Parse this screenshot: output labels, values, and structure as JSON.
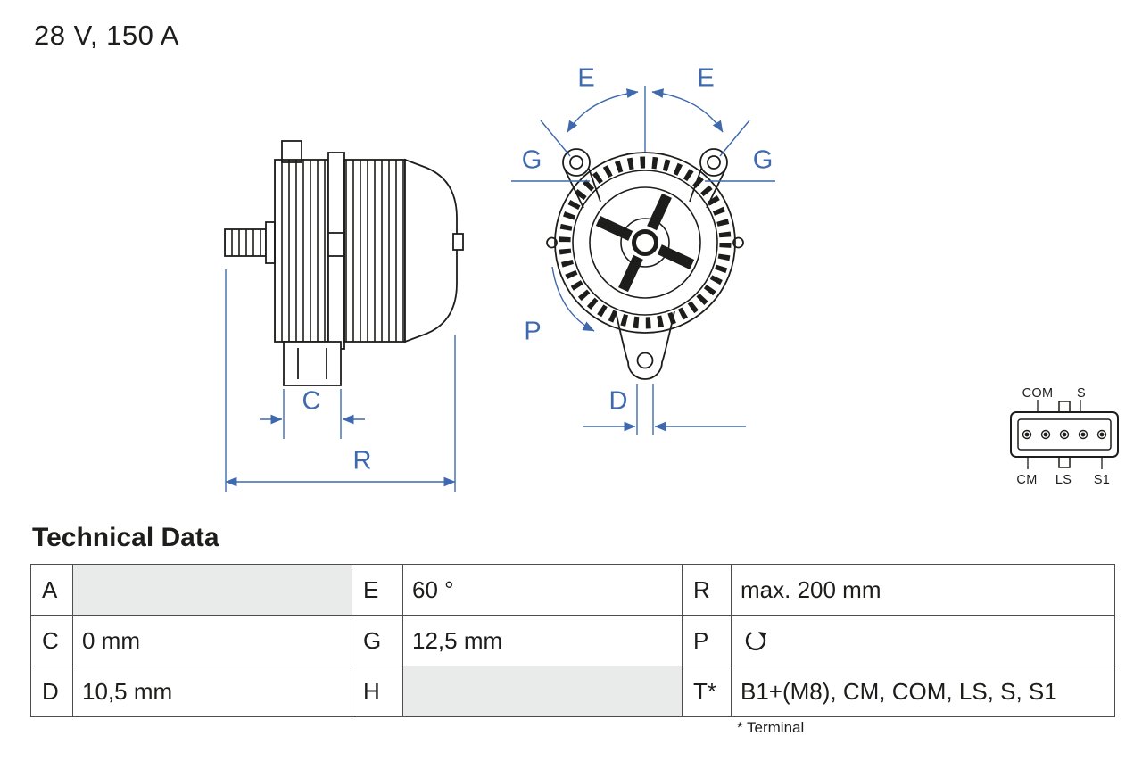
{
  "header": {
    "rating": "28 V, 150 A"
  },
  "drawing": {
    "dimension_labels": {
      "e_left": "E",
      "e_right": "E",
      "g_left": "G",
      "g_right": "G",
      "p": "P",
      "d": "D",
      "c": "C",
      "r": "R"
    },
    "connector": {
      "label_com": "COM",
      "label_s": "S",
      "label_cm": "CM",
      "label_ls": "LS",
      "label_s1": "S1"
    }
  },
  "technical_data": {
    "title": "Technical Data",
    "rows": [
      {
        "cells": [
          {
            "label": "A",
            "value": ""
          },
          {
            "label": "E",
            "value": "60 °"
          },
          {
            "label": "R",
            "value": "max. 200 mm"
          }
        ]
      },
      {
        "cells": [
          {
            "label": "C",
            "value": "0 mm"
          },
          {
            "label": "G",
            "value": "12,5 mm"
          },
          {
            "label": "P",
            "value": "",
            "icon": "rotation-direction-arrow"
          }
        ]
      },
      {
        "cells": [
          {
            "label": "D",
            "value": "10,5 mm"
          },
          {
            "label": "H",
            "value": ""
          },
          {
            "label": "T*",
            "value": "B1+(M8), CM, COM, LS, S, S1"
          }
        ]
      }
    ],
    "footnote": "* Terminal"
  },
  "colors": {
    "dimension_blue": "#3F69AE",
    "drawing_black": "#1D1D1B",
    "empty_cell_gray": "#E9EAEA"
  }
}
